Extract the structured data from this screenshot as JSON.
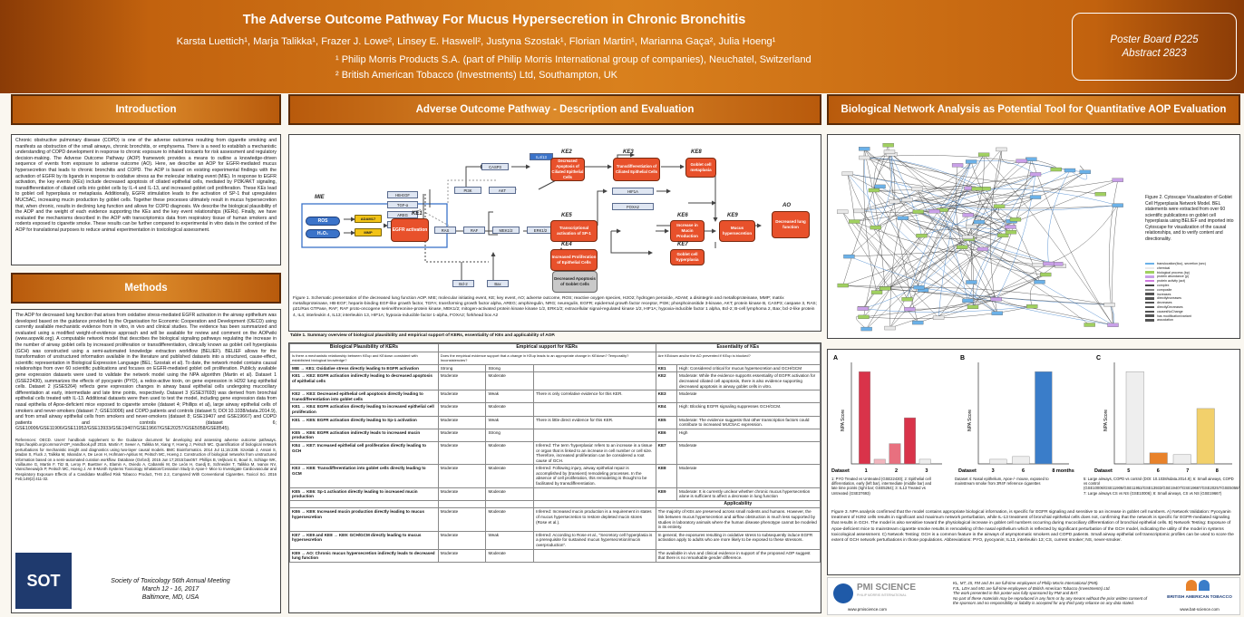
{
  "header": {
    "title": "The Adverse Outcome Pathway For Mucus Hypersecretion in Chronic Bronchitis",
    "authors": "Karsta Luettich¹, Marja Talikka¹, Frazer J. Lowe², Linsey E. Haswell², Justyna Szostak¹, Florian Martin¹, Marianna Gaça², Julia Hoeng¹",
    "aff1": "¹ Philip Morris Products S.A. (part of Philip Morris International group of companies), Neuchatel, Switzerland",
    "aff2": "² British American Tobacco (Investments) Ltd, Southampton, UK",
    "board": "Poster Board P225",
    "abstract": "Abstract 2823"
  },
  "sections": {
    "intro": "Introduction",
    "methods": "Methods",
    "aop": "Adverse Outcome Pathway - Description and Evaluation",
    "bna": "Biological Network Analysis as Potential Tool for Quantitative AOP Evaluation"
  },
  "intro_text": "Chronic obstructive pulmonary disease (COPD) is one of the adverse outcomes resulting from cigarette smoking and manifests as obstruction of the small airways, chronic bronchitis, or emphysema. There is a need to establish a mechanistic understanding of COPD development in response to chronic exposure to inhaled toxicants for risk assessment and regulatory decision-making. The Adverse Outcome Pathway (AOP) framework provides a means to outline a knowledge-driven sequence of events from exposure to adverse outcome (AO). Here, we describe an AOP for EGFR-mediated mucus hypersecretion that leads to chronic bronchitis and COPD. The AOP is based on existing experimental findings with the activation of EGFR by its ligands in response to oxidative stress as the molecular initiating event (MIE). In response to EGFR activation, the key events (KEs) include decreased apoptosis of ciliated epithelial cells, mediated by PI3K/AKT signaling, transdifferentiation of ciliated cells into goblet cells by IL-4 and IL-13, and increased goblet cell proliferation. These KEs lead to goblet cell hyperplasia or metaplasia. Additionally, EGFR stimulation leads to the activation of SP-1 that upregulates MUC5AC, increasing mucin production by goblet cells. Together these processes ultimately result in mucus hypersecretion that, when chronic, results in declining lung function and allows for COPD diagnosis. We describe the biological plausibility of the AOP and the weight of each evidence supporting the KEs and the key event relationships (KERs). Finally, we have evaluated the mechanisms described in the AOP with transcriptomics data from respiratory tissue of human smokers and rodents exposed to cigarette smoke. These results can be further compared to experimental in vitro data in the context of the AOP for translational purposes to reduce animal experimentation in toxicological assessment.",
  "methods_text": "The AOP for decreased lung function that arises from oxidative stress-mediated EGFR activation in the airway epithelium was developed based on the guidance provided by the Organisation for Economic Cooperation and Development (OECD) using currently available mechanistic evidence from in vitro, in vivo and clinical studies. The evidence has been summarized and evaluated using a modified weight-of-evidence approach and will be available for review and comment on the AOPwiki (www.aopwiki.org). A computable network model that describes the biological signaling pathways regulating the increase in the number of airway goblet cells by increased proliferation or transdifferentiation, clinically known as goblet cell hyperplasia (GCH) was constructed using a semi-automated knowledge extraction workflow (BELIEF). BELIEF allows for the transformation of unstructured information available in the literature and published datasets into a structured, cause-effect, scientific representation in Biological Expression Language (BEL; Szostak et al). To date, the network model contains causal relationships from over 60 scientific publications and focuses on EGFR-mediated goblet cell proliferation. Publicly available gene expression datasets were used to validate the network model using the NPA algorithm (Martin et al). Dataset 1 (GSE22430), summarizes the effects of pyocyanin (PYO), a redox-active toxin, on gene expression in H292 lung epithelial cells. Dataset 2 (GSE5264) reflects gene expression changes in airway basal epithelial cells undergoing mucociliary differentiation at early, intermediate and late time points, respectively. Dataset 3 (GSE37693) was derived from bronchial epithelial cells treated with IL-13. Additional datasets were then used to test the model, including gene expression data from nasal epithelia of Apoe-deficient mice exposed to cigarette smoke (dataset 4; Phillips et al), large airway epithelial cells of smokers and never-smokers (dataset 7; GSE10006) and COPD patients and controls (dataset 5; DOI:10.1038/sdata.2014.9), and from small airway epithelial cells from smokers and never-smokers (dataset 8; GSE19407 and GSE19667) and COPD patients and controls (dataset 6; GSE10006/GSE11906/GSE11952/GSE13933/GSE19407/GSE19667/GSE20257/GSE5058/GSE8545).",
  "references": "References: OECD. Users' handbook supplement to the Guidance document for developing and assessing adverse outcome pathways. https://aopkb.org/common/AOP_Handbook.pdf 2016. Martin F, Sewer A, Talikka M, Xiang Y, Hoeng J, Peitsch MC. Quantification of biological network perturbations for mechanistic insight and diagnostics using two-layer causal models. BMC Bioinformatics. 2014 Jul 11;15:238. Szostak J, Ansari S, Madan S, Fluck J, Talikka M, Iskandar A, De Leon H, Hofmann-Apitius M, Peitsch MC, Hoeng J. Construction of biological networks from unstructured information based on a semi-automated curation workflow. Database (Oxford). 2015 Jun 17;2015:bav057. Phillips B, Veljkovic E, Boué S, Schlage WK, Vuillaume G, Martin F, Titz B, Leroy P, Buettner A, Elamin A, Oviedo A, Cabanski M, De León H, Guedj E, Schneider T, Talikka M, Ivanov NV, Vanscheeuwijck P, Peitsch MC, Hoeng J. An 8-Month Systems Toxicology Inhalation/Cessation Study in Apoe-/- Mice to Investigate Cardiovascular and Respiratory Exposure Effects of a Candidate Modified Risk Tobacco Product, THS 2.2, Compared With Conventional Cigarettes. Toxicol Sci. 2016 Feb;149(2):411-32.",
  "meeting": {
    "line1": "Society of Toxicology 56th Annual Meeting",
    "line2": "March 12 - 16, 2017",
    "line3": "Baltimore, MD, USA",
    "logo": "SOT"
  },
  "aop": {
    "mie_label": "MIE",
    "ke_labels": [
      "KE1",
      "KE2",
      "KE3",
      "KE4",
      "KE5",
      "KE6",
      "KE7",
      "KE8",
      "KE9"
    ],
    "ao_label": "AO",
    "ros": "ROS",
    "h2o2": "H₂O₂",
    "adam": "ADAM17",
    "mmp": "MMP",
    "hbegf": "HB-EGF",
    "tgfa": "TGF-α",
    "areg": "AREG",
    "nrg1": "NRG1",
    "egfr": "EGFR activation",
    "ke2": "Decreased Apoptosis of Ciliated Epithelial Cells",
    "ke3": "Transdifferentiation of Ciliated Epithelial Cells",
    "ke8": "Goblet cell metaplasia",
    "ke5": "Transcriptional activation of SP-1",
    "ke4": "Increased Proliferation of Epithelial Cells",
    "ke6": "Increase in Mucin Production",
    "ke7": "Goblet cell hyperplasia",
    "ke9": "Mucus hypersecretion",
    "ao": "Decreased lung function",
    "bottom": "Decreased Apoptosis of Goblet Cells",
    "il": "IL4/13",
    "casp": "CASP3",
    "pi3k": "PI3K",
    "akt": "AKT",
    "ras": "RAS",
    "raf": "RAF",
    "mek": "MEK1/2",
    "erk": "ERK1/2",
    "hif": "HIF1A",
    "foxa2": "FOXA2",
    "bcl": "Bcl-2",
    "bax": "Bax"
  },
  "fig1_caption": "Figure 1. Schematic presentation of the decreased lung function AOP. MIE; molecular initiating event, KE; key event, AO; adverse outcome, ROS; reactive oxygen species, H2O2; hydrogen peroxide, ADAM; a disintegrin and metalloproteinase, MMP; matrix metalloproteinase, HB-EGF; heparin-binding EGF-like growth factor, TGFA; transforming growth factor alpha, AREG; amphiregulin, NRG; neuregulin, EGFR; epidermal growth factor receptor, PI3K; phosphoinositide 3-kinase, AKT; protein kinase B, CASP3; caspase 3, RAS; p21/Ras GTPase, RAF; RAF proto-oncogene serine/threonine-protein kinase, MEK1/2; mitogen-activated protein kinase kinase 1/2, ERK1/2; extracellular signal-regulated kinase 1/2, HIF1A; hypoxia-inducible factor 1 alpha, Bcl-2; B-cell lymphoma 2, Bax; bcl-2-like protein 4, IL4; interleukin 4, IL13; interleukin 13, HIF1A; hypoxia-inducible factor 1-alpha, FOXA2; forkhead box A2",
  "table": {
    "caption": "Table 1. Summary overview of biological plausibility and empirical support of KERs, essentiality of KEs and applicability of AOP.",
    "col1": "Biological Plausibility of KERs",
    "col2": "Empirical support for KERs",
    "col3": "Essentiality of KEs",
    "sub1": "Is there a mechanistic relationship between KEup and KEdown consistent with established biological knowledge?",
    "sub2": "Does the empirical evidence support that a change in KEup leads to an appropriate change in KEdown? Temporality? Inconsistencies?",
    "sub3": "Are KEdown and/or the AO prevented if KEup is blocked?",
    "rows": [
      [
        "MIE → KE1: Oxidative stress directly leading to EGFR activation",
        "Strong",
        "Strong",
        "",
        "KE1",
        "High: Considered critical for mucus hypersecretion and GCH/GCM"
      ],
      [
        "KE1 → KE2: EGFR activation indirectly leading to decreased apoptosis of epithelial cells",
        "Moderate",
        "Moderate",
        "",
        "KE2",
        "Moderate: While the evidence supports essentiality of EGFR activation for decreased ciliated cell apoptosis, there is also evidence supporting decreased apoptosis in airway goblet cells in vitro."
      ],
      [
        "KE2 → KE3: Decreased epithelial cell apoptosis directly leading to transdifferentiation into goblet cells",
        "Moderate",
        "Weak",
        "There is only correlative evidence for this KER.",
        "KE3",
        "Moderate"
      ],
      [
        "KE1 → KE4: EGFR activation directly leading to increased epithelial cell proliferation",
        "Moderate",
        "Moderate",
        "",
        "KE4",
        "High: Blocking EGFR signaling suppresses GCH/GCM."
      ],
      [
        "KE1 → KE5: EGFR activation directly leading to Sp-1 activation",
        "Moderate",
        "Weak",
        "There is little direct evidence for this KER.",
        "KE5",
        "Moderate: The evidence suggests that other transcription factors could contribute to increased MUC5AC expression."
      ],
      [
        "KE5 → KE6: EGFR activation indirectly leads to increased mucin production",
        "Moderate",
        "Strong",
        "",
        "KE6",
        "High"
      ],
      [
        "KE4 → KE7: Increased epithelial cell proliferation directly leading to GCH",
        "Moderate",
        "Moderate",
        "Inferred: The term 'hyperplasia' refers to an increase in a tissue or organ that is linked to an increase in cell number or cell size. Therefore, increased proliferation can be considered a root cause of GCH.",
        "KE7",
        "Moderate"
      ],
      [
        "KE3 → KE8: Transdifferentiation into goblet cells directly leading to GCM",
        "Moderate",
        "Moderate",
        "Inferred: Following injury, airway epithelial repair is accomplished by (transient) remodeling processes. In the absence of cell proliferation, this remodeling is thought to be facilitated by transdifferentiation.",
        "KE8",
        "Moderate"
      ],
      [
        "KE5 → KE6: Sp-1 activation directly leading to increased mucin production",
        "Moderate",
        "Moderate",
        "",
        "KE9",
        "Moderate: It is currently unclear whether chronic mucus hypersecretion alone is sufficient to affect a decrease in lung function"
      ],
      [
        "KE6 → KE9: Increased mucin production directly leading to mucus hypersecretion",
        "Moderate",
        "Moderate",
        "Inferred: Increased mucin production is a requirement in states of mucus hypersecretion to restore depleted mucin stores (Rose et al.).",
        "",
        "The majority of KEs are preserved across small rodents and humans. However, the link between mucus hypersecretion and airflow obstruction is much less supported by studies in laboratory animals where the human disease phenotype cannot be modeled in its entirety."
      ],
      [
        "KE7 → KE9 and KE8 → KE9: GCH/GCM directly leading to mucus hypersecretion",
        "Moderate",
        "Weak",
        "Inferred: According to Rose et al., \"Secretory cell hyperplasia is a prerequisite for sustained mucus hypersecretion/mucin overproduction\".",
        "",
        "In general, the exposures resulting in oxidative stress to subsequently induce EGFR activation apply to adults who are more likely to be exposed to these stressors."
      ],
      [
        "KE9 → AO: Chronic mucus hypersecretion indirectly leads to decreased lung function",
        "Moderate",
        "Moderate",
        "",
        "",
        "The available in vivo and clinical evidence in support of the proposed AOP suggest that there is no remarkable gender difference."
      ]
    ],
    "applicability": "Applicability"
  },
  "fig2_caption": "Figure 2. Cytoscape Visualization of Goblet Cell Hyperplasia Network Model. BEL statements were extracted from over 60 scientific publications on goblet cell hyperplasia using BELIEF and imported into Cytoscape for visualization of the causal relationships, and to verify content and directionality.",
  "legend": [
    "translocation(tloc), secretion (sec)",
    "chemical",
    "biological process (bp)",
    "protein abundance (p)",
    "protein activity (act)",
    "complex",
    "composite",
    "increases",
    "directlyIncreases",
    "decreases",
    "directlyDecreases",
    "causesNoChange",
    "has modification/variant",
    "association"
  ],
  "fig3_caption": "Figure 3. NPA analysis confirmed that the model contains appropriate biological information, is specific for EGFR signaling and sensitive to an increase in goblet cell numbers. A) Network Validation: Pyocyanin treatment of H292 cells results in significant and maximum network perturbation, while IL-13 treatment of bronchial epithelial cells does not, confirming that the network is specific for EGFR-mediated signaling that results in GCH. The model is also sensitive toward the physiological increase in goblet cell numbers occurring during mucociliary differentiation of bronchial epithelial cells. B) Network Testing: Exposure of Apoe-deficient mice to mainstream cigarette smoke results in remodeling of the nasal epithelium which is reflected by significant perturbation of the GCH model, indicating the utility of the model in systems toxicological assessment. C) Network Testing: GCH is a common feature in the airways of asymptomatic smokers and COPD patients. Small airway epithelial cell transcriptomic profiles can be used to score the extent of GCH network perturbations in those populations. Abbreviations: PYO, pyocyanin; IL13, interleukin 13; CS, current smoker; NS, never-smoker.",
  "npa": {
    "ylabel": "NPA Score",
    "panels": [
      "A",
      "B",
      "C"
    ],
    "xA": "Dataset",
    "xB": "Dataset",
    "xC": "Dataset",
    "ticksA": [
      "1",
      "2",
      "3"
    ],
    "ticksB": [
      "3",
      "6",
      "8 months"
    ],
    "ticksC": [
      "5",
      "6",
      "7",
      "8"
    ],
    "notesA": "1: PYO Treated vs Untreated (GSE22430); 2: Epithelial cell differentiation, early (left bar), intermediate (middle bar) and late time points (right bar; GSE5264); 3: IL13 Treated vs Untreated (GSE37693)",
    "notesB": "Dataset 4: Nasal epithelium, Apoe-/- mouse, exposed to mainstream smoke from 3R4F reference cigarettes",
    "notesC": "5: Large airways, COPD vs control (DOI: 10.1038/sdata.2014.9); 6: Small airways, COPD vs control (GSE10006/GSE11906/GSE11952/GSE13933/GSE19407/GSE19667/GSE20257/GSE5058/GSE8545); 7: Large airways CS vs NS (GSE10006); 8: Small airways, CS vs NS (GSE19667)"
  },
  "footer": {
    "pmi_logo": "PMI SCIENCE",
    "pmi_sub": "PHILIP MORRIS INTERNATIONAL",
    "pmi_url": "www.pmiscience.com",
    "bat_logo": "BRITISH AMERICAN TOBACCO",
    "bat_url": "www.bat-science.com",
    "note1": "KL, MT, JS, FM and JH are full-time employees of Philip Morris International (PMI).",
    "note2": "FJL, LEH and MG are full-time employees of British American Tobacco (Investments) Ltd.",
    "note3": "The work presented in this poster was fully sponsored by PMI and BAT.",
    "note4": "No part of these materials may be reproduced in any form or by any means without the prior written consent of the sponsors and no responsibility or liability is accepted for any third party reliance on any data stated."
  },
  "chart_data": [
    {
      "type": "bar",
      "title": "A",
      "ylabel": "NPA Score",
      "xlabel": "Dataset",
      "categories": [
        "1",
        "2a",
        "2b",
        "2c",
        "3"
      ],
      "values": [
        1.0,
        0.05,
        0.22,
        0.5,
        0.05
      ],
      "colors": [
        "#d9334a",
        "#f2b6be",
        "#e8707f",
        "#d9334a",
        "#eeeeee"
      ],
      "ylim": [
        0,
        1.1
      ]
    },
    {
      "type": "bar",
      "title": "B",
      "ylabel": "NPA Score",
      "xlabel": "Dataset",
      "categories": [
        "3",
        "6",
        "8 months"
      ],
      "values": [
        0.05,
        0.08,
        1.0
      ],
      "colors": [
        "#eeeeee",
        "#eeeeee",
        "#3a7dc9"
      ],
      "ylim": [
        0,
        1.1
      ]
    },
    {
      "type": "bar",
      "title": "C",
      "ylabel": "NPA Score",
      "xlabel": "Dataset",
      "categories": [
        "5",
        "6",
        "7",
        "8"
      ],
      "values": [
        1.0,
        0.12,
        0.1,
        0.6
      ],
      "colors": [
        "#eeeeee",
        "#e8822a",
        "#eeeeee",
        "#f2d06b"
      ],
      "ylim": [
        0,
        1.1
      ]
    }
  ]
}
